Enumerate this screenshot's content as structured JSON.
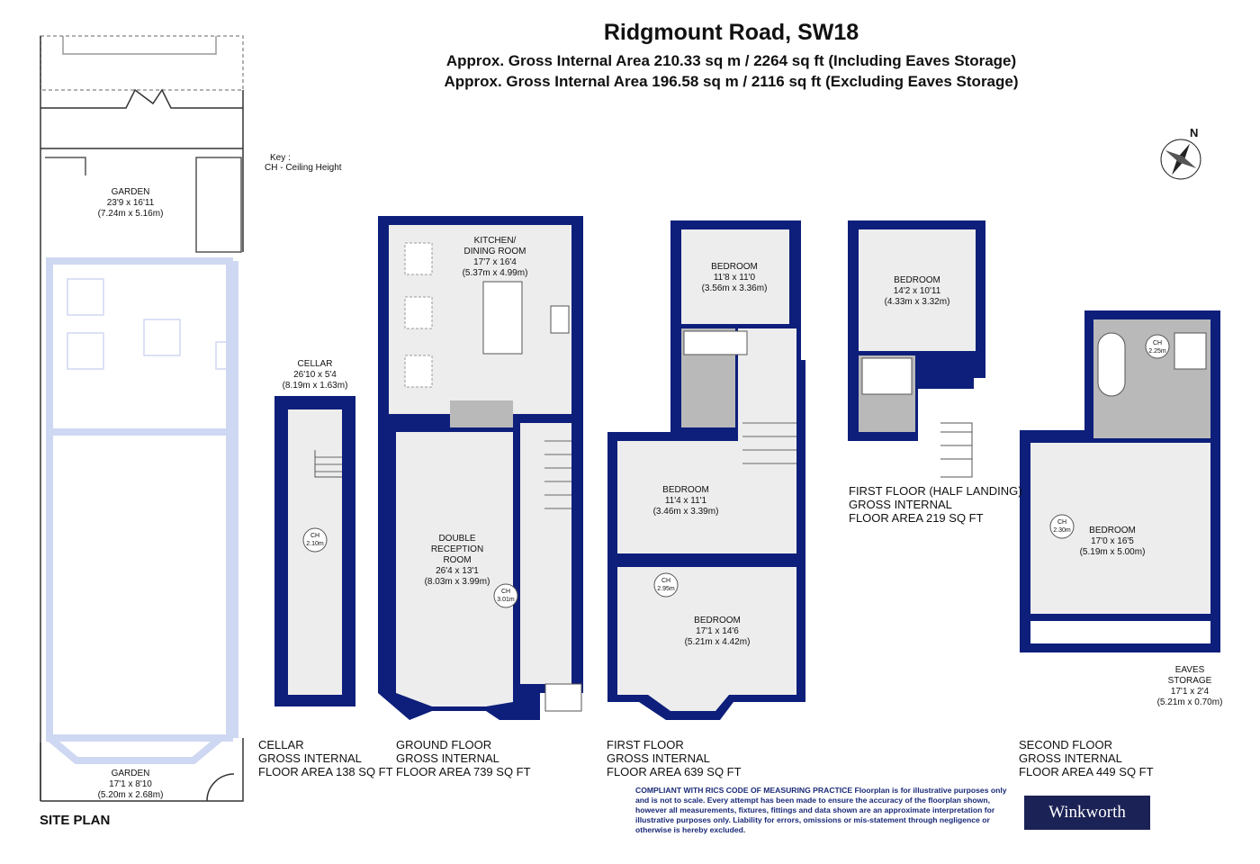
{
  "header": {
    "title": "Ridgmount Road, SW18",
    "area_including": "Approx. Gross Internal Area 210.33 sq m /  2264 sq ft (Including Eaves Storage)",
    "area_excluding": "Approx. Gross Internal Area 196.58 sq m /  2116 sq ft (Excluding Eaves Storage)"
  },
  "key": {
    "title": "Key :",
    "item": "CH - Ceiling Height"
  },
  "compass": {
    "label": "N"
  },
  "site_plan": {
    "title": "SITE PLAN",
    "garden_rear": {
      "name": "GARDEN",
      "size_imperial": "23'9 x 16'11",
      "size_metric": "(7.24m x 5.16m)"
    },
    "garden_front": {
      "name": "GARDEN",
      "size_imperial": "17'1 x 8'10",
      "size_metric": "(5.20m x 2.68m)"
    }
  },
  "cellar": {
    "room": {
      "name": "CELLAR",
      "size_imperial": "26'10 x 5'4",
      "size_metric": "(8.19m x 1.63m)",
      "ch": "CH",
      "ch_value": "2.10m"
    },
    "caption": [
      "CELLAR",
      "GROSS INTERNAL",
      "FLOOR AREA 138 SQ FT"
    ]
  },
  "ground_floor": {
    "kitchen": {
      "name_1": "KITCHEN/",
      "name_2": "DINING ROOM",
      "size_imperial": "17'7 x 16'4",
      "size_metric": "(5.37m x 4.99m)"
    },
    "reception": {
      "name_1": "DOUBLE",
      "name_2": "RECEPTION",
      "name_3": "ROOM",
      "size_imperial": "26'4 x 13'1",
      "size_metric": "(8.03m x 3.99m)",
      "ch": "CH",
      "ch_value": "3.01m"
    },
    "caption": [
      "GROUND FLOOR",
      "GROSS INTERNAL",
      "FLOOR AREA 739 SQ FT"
    ]
  },
  "first_floor": {
    "bedroom_rear": {
      "name": "BEDROOM",
      "size_imperial": "11'8 x 11'0",
      "size_metric": "(3.56m x 3.36m)"
    },
    "bedroom_mid": {
      "name": "BEDROOM",
      "size_imperial": "11'4 x 11'1",
      "size_metric": "(3.46m x 3.39m)"
    },
    "bedroom_front": {
      "name": "BEDROOM",
      "size_imperial": "17'1 x 14'6",
      "size_metric": "(5.21m x 4.42m)",
      "ch": "CH",
      "ch_value": "2.95m"
    },
    "caption": [
      "FIRST FLOOR",
      "GROSS INTERNAL",
      "FLOOR AREA 639 SQ FT"
    ]
  },
  "half_landing": {
    "bedroom": {
      "name": "BEDROOM",
      "size_imperial": "14'2 x 10'11",
      "size_metric": "(4.33m x 3.32m)"
    },
    "caption": [
      "FIRST FLOOR (HALF LANDING)",
      "GROSS INTERNAL",
      "FLOOR AREA 219 SQ FT"
    ]
  },
  "second_floor": {
    "bathroom_ch": {
      "ch": "CH",
      "ch_value": "2.25m"
    },
    "bedroom": {
      "name": "BEDROOM",
      "size_imperial": "17'0 x 16'5",
      "size_metric": "(5.19m x 5.00m)",
      "ch": "CH",
      "ch_value": "2.30m"
    },
    "eaves": {
      "name_1": "EAVES",
      "name_2": "STORAGE",
      "size_imperial": "17'1 x 2'4",
      "size_metric": "(5.21m x 0.70m)"
    },
    "caption": [
      "SECOND FLOOR",
      "GROSS INTERNAL",
      "FLOOR AREA 449 SQ FT"
    ]
  },
  "disclaimer": "COMPLIANT WITH RICS CODE OF MEASURING PRACTICE Floorplan is for illustrative purposes only and is not to scale. Every attempt has been made to ensure the accuracy of the floorplan shown, however all measurements, fixtures, fittings and data shown are an approximate interpretation for illustrative purposes only. Liability for errors, omissions or mis-statement through negligence or otherwise is hereby excluded.",
  "brand": {
    "name": "Winkworth"
  },
  "colors": {
    "wall": "#0d1f7a",
    "floor": "#ededed",
    "bathroom": "#b9b9b9",
    "site_line": "#cfd8f2"
  }
}
